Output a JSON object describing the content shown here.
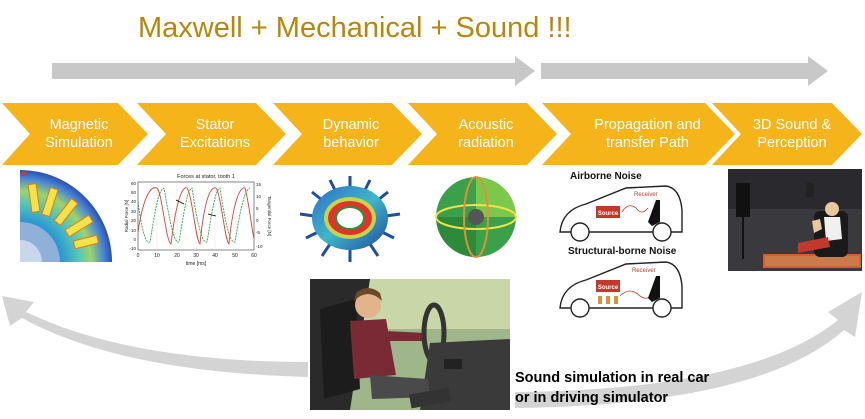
{
  "title": "Maxwell + Mechanical + Sound !!!",
  "steps": [
    {
      "label": "Magnetic\nSimulation"
    },
    {
      "label": "Stator\nExcitations"
    },
    {
      "label": "Dynamic\nbehavior"
    },
    {
      "label": "Acoustic\nradiation"
    },
    {
      "label": "Propagation and\ntransfer Path"
    },
    {
      "label": "3D Sound &\nPerception"
    }
  ],
  "force_plot": {
    "title": "Forces at stator, tooth 1",
    "xlabel": "time [ms]",
    "ylabel_left": "Radial Force [N]",
    "ylabel_right": "Tangential Force [N]",
    "xticks": [
      "0",
      "10",
      "20",
      "30",
      "40",
      "50",
      "60"
    ],
    "yticks_left": [
      "60",
      "50",
      "40",
      "30",
      "20",
      "10",
      "0",
      "-10"
    ],
    "yticks_right": [
      "15",
      "10",
      "5",
      "0",
      "-5",
      "-10"
    ]
  },
  "noise": {
    "airborne_title": "Airborne Noise",
    "structural_title": "Structural-borne Noise",
    "source_label": "Source",
    "receiver_label": "Receiver"
  },
  "caption": "Sound simulation in real car\nor in driving simulator",
  "colors": {
    "accent": "#f4b41a",
    "title": "#b8860b",
    "arrow": "#c8c8c8"
  }
}
